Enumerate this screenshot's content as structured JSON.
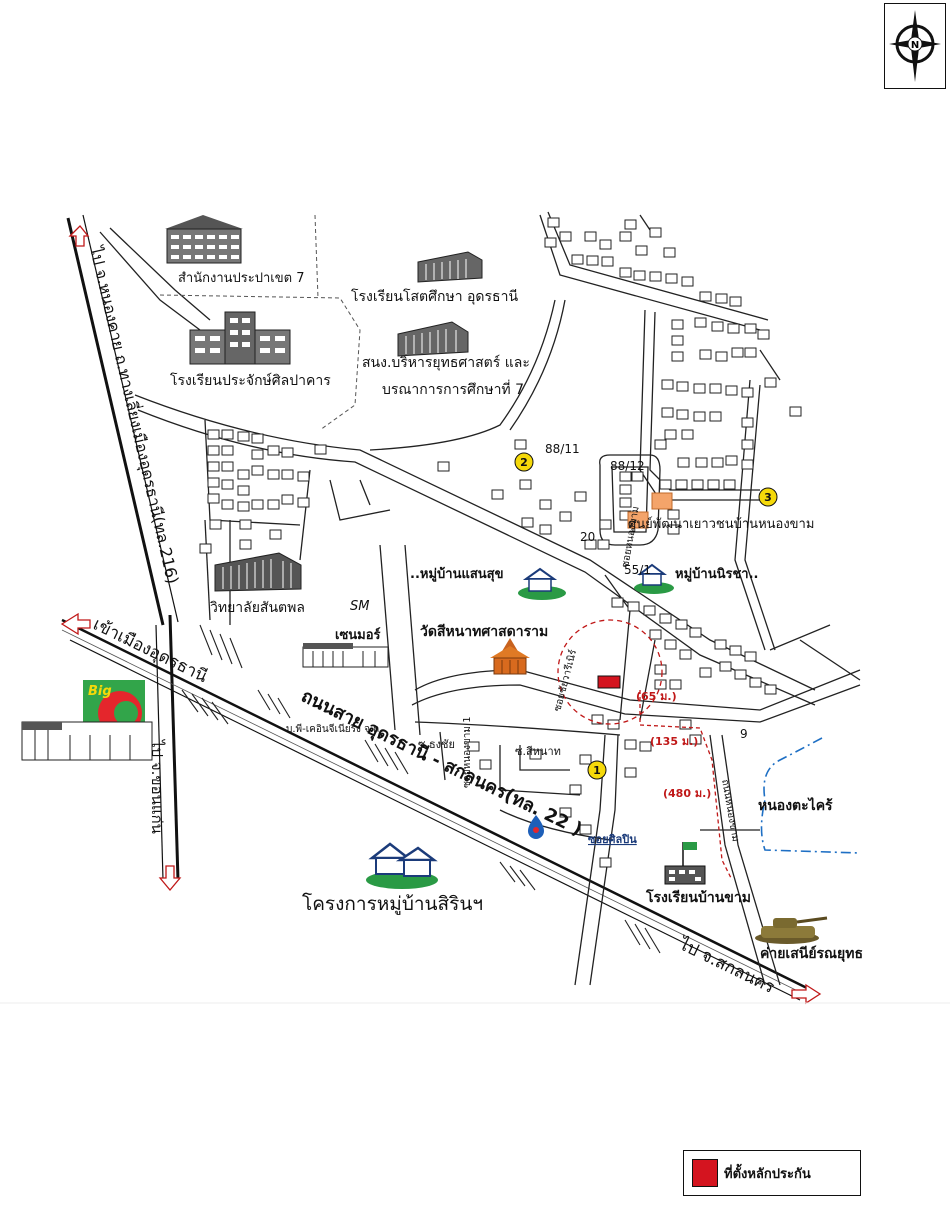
{
  "compass": {
    "north_letter": "N"
  },
  "markers": [
    {
      "number": "1"
    },
    {
      "number": "2"
    },
    {
      "number": "3"
    }
  ],
  "labels": {
    "water_office": "สำนักงานประปาเขต 7",
    "sotsuksa_school": "โรงเรียนโสตศึกษา อุดรธานี",
    "prachak_school": "โรงเรียนประจักษ์ศิลปาคาร",
    "strategy_office_line1": "สนง.บริหารยุทธศาสตร์ และ",
    "strategy_office_line2": "บรณาการการศึกษาที่ 7",
    "no_8811": "88/11",
    "no_8812": "88/12",
    "no_20": "20",
    "no_551": "55/1",
    "no_9": "9",
    "youth_center": "ศูนย์พัฒนาเยาวชนบ้านหนองขาม",
    "saensuk_village": "..หมู่บ้านแสนสุข",
    "nirasha_village": "หมู่บ้านนิรชา..",
    "santapon_college": "วิทยาลัยสันตพล",
    "sm": "SM",
    "central": "เซนมอร์",
    "temple": "วัดสีหนาทศาสดาราม",
    "company": "บ.พี-เคอินจีเนียริ่ง จ.ก.",
    "soi_thongchai": "ซ.ธงชัย",
    "soi_sihanat": "ซ.สีหนาท",
    "soi_nongkham1": "ซอยหนองขาม 1",
    "soi_sinlapin": "ซอยศิลปิน",
    "soi_chaiwari": "ซอยชัยวารีเนิร์",
    "soi_nongkham_upper": "ซอยหนองขาม",
    "road_nongkham": "ถนนหนองขาม",
    "dist_65": "(65 ม.)",
    "dist_135": "(135 ม.)",
    "dist_480": "(480 ม.)",
    "lake": "หนองตะไคร้",
    "main_road": "ถนนสาย อุดรธานี - สกลนคร(ทล. 22 )",
    "to_nongkhai": "ไป จ.หนองคาย ถ.ทางเลี่ยงเมืองอุดรธานี(ทล.216)",
    "to_khonkaen": "ไป จ.ขอนแก่น",
    "to_city": "เข้าเมืองอุดรธานี",
    "to_sakon": "ไป จ.สกลนคร",
    "sirin_project": "โครงการหมู่บ้านสิรินฯ",
    "nongkham_school": "โรงเรียนบ้านขาม",
    "army_camp": "ค่ายเสนีย์รณยุทธ",
    "big_c": "Big"
  },
  "legend": {
    "label": "ที่ตั้งหลักประกัน",
    "color": "#d4141f"
  },
  "colors": {
    "marker_fill": "#f5d90a",
    "route": "#c01818",
    "lake": "#1e6fc4",
    "site": "#d4141f"
  }
}
